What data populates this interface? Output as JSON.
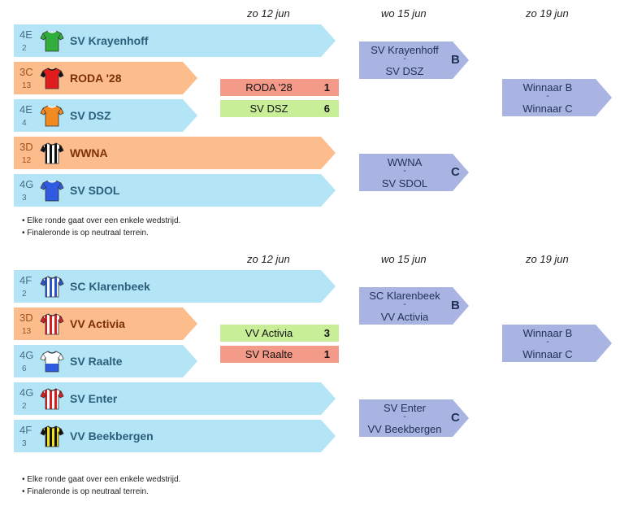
{
  "colors": {
    "team_blue": "#b3e5f7",
    "team_orange": "#fcbc8c",
    "match_box": "#a9b4e2",
    "win_score": "#c8ef98",
    "lose_score": "#f49a88"
  },
  "brackets": [
    {
      "dates": [
        "zo 12 jun",
        "wo 15 jun",
        "zo 19 jun"
      ],
      "teams": [
        {
          "class": "4E",
          "seed": "2",
          "name": "SV Krayenhoff",
          "color": "blue",
          "shirt": "green-shirt-icon"
        },
        {
          "class": "3C",
          "seed": "13",
          "name": "RODA '28",
          "color": "orange",
          "shirt": "red-black-shirt-icon"
        },
        {
          "class": "4E",
          "seed": "4",
          "name": "SV DSZ",
          "color": "blue",
          "shirt": "orange-shirt-icon"
        },
        {
          "class": "3D",
          "seed": "12",
          "name": "WWNA",
          "color": "orange",
          "shirt": "black-white-striped-shirt-icon"
        },
        {
          "class": "4G",
          "seed": "3",
          "name": "SV SDOL",
          "color": "blue",
          "shirt": "blue-shirt-icon"
        }
      ],
      "prelim": [
        {
          "team": "RODA '28",
          "score": "1",
          "result": "lose"
        },
        {
          "team": "SV DSZ",
          "score": "6",
          "result": "win"
        }
      ],
      "matches": [
        {
          "home": "SV Krayenhoff",
          "sep": "-",
          "away": "SV DSZ",
          "letter": "B"
        },
        {
          "home": "WWNA",
          "sep": "-",
          "away": "SV SDOL",
          "letter": "C"
        }
      ],
      "final": {
        "home": "Winnaar B",
        "sep": "-",
        "away": "Winnaar C"
      },
      "notes": [
        "• Elke ronde gaat over een enkele wedstrijd.",
        "• Finaleronde is op neutraal terrein."
      ]
    },
    {
      "dates": [
        "zo 12 jun",
        "wo 15 jun",
        "zo 19 jun"
      ],
      "teams": [
        {
          "class": "4F",
          "seed": "2",
          "name": "SC Klarenbeek",
          "color": "blue",
          "shirt": "blue-white-striped-shirt-icon"
        },
        {
          "class": "3D",
          "seed": "13",
          "name": "VV Activia",
          "color": "orange",
          "shirt": "red-white-striped-shirt-icon"
        },
        {
          "class": "4G",
          "seed": "6",
          "name": "SV Raalte",
          "color": "blue",
          "shirt": "white-blue-shirt-icon"
        },
        {
          "class": "4G",
          "seed": "2",
          "name": "SV Enter",
          "color": "blue",
          "shirt": "red-white-striped-shirt-icon"
        },
        {
          "class": "4F",
          "seed": "3",
          "name": "VV Beekbergen",
          "color": "blue",
          "shirt": "yellow-black-striped-shirt-icon"
        }
      ],
      "prelim": [
        {
          "team": "VV Activia",
          "score": "3",
          "result": "win"
        },
        {
          "team": "SV Raalte",
          "score": "1",
          "result": "lose"
        }
      ],
      "matches": [
        {
          "home": "SC Klarenbeek",
          "sep": "-",
          "away": "VV Activia",
          "letter": "B"
        },
        {
          "home": "SV Enter",
          "sep": "-",
          "away": "VV Beekbergen",
          "letter": "C"
        }
      ],
      "final": {
        "home": "Winnaar B",
        "sep": "-",
        "away": "Winnaar C"
      },
      "notes": [
        "• Elke ronde gaat over een enkele wedstrijd.",
        "• Finaleronde is op neutraal terrein."
      ]
    }
  ]
}
